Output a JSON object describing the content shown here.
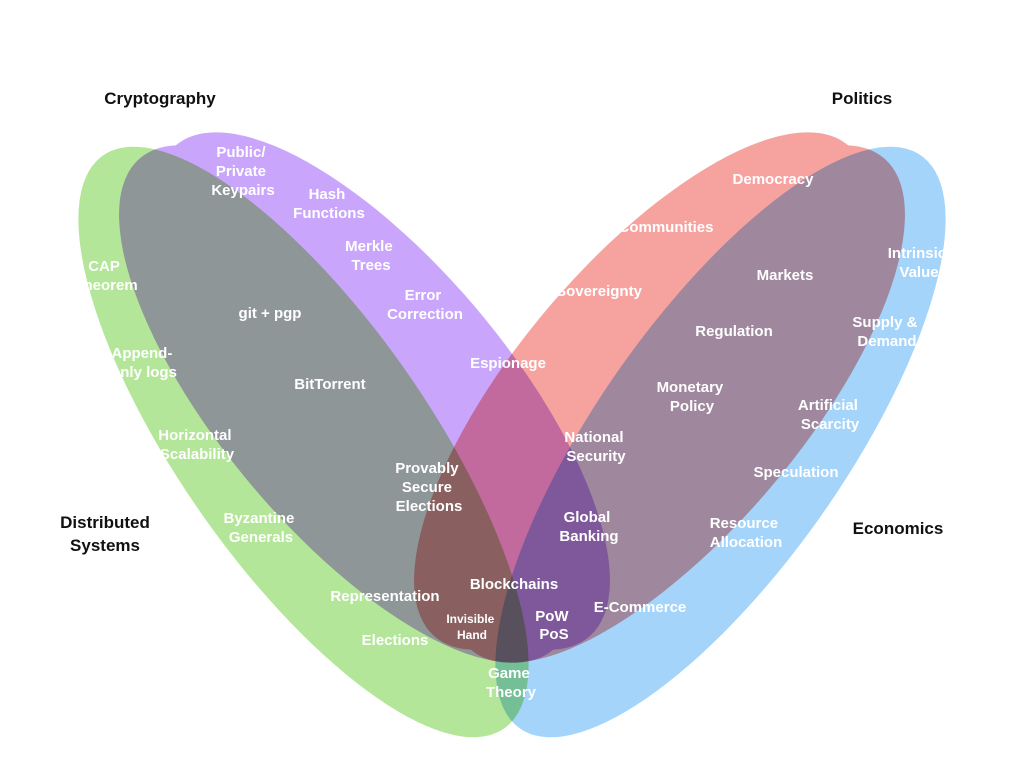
{
  "sets": {
    "cryptography": {
      "label": "Cryptography",
      "color": "#c9a6fb"
    },
    "politics": {
      "label": "Politics",
      "color": "#f6a3a0"
    },
    "distributed": {
      "label_line1": "Distributed",
      "label_line2": "Systems",
      "color": "#b4e699"
    },
    "economics": {
      "label": "Economics",
      "color": "#a5d4fb"
    }
  },
  "items": {
    "keypairs": [
      "Public/",
      "Private",
      "Keypairs"
    ],
    "hash": [
      "Hash",
      "Functions"
    ],
    "merkle": [
      "Merkle",
      "Trees"
    ],
    "error": [
      "Error",
      "Correction"
    ],
    "cap": [
      "CAP",
      "Theorem"
    ],
    "gitpgp": [
      "git + pgp"
    ],
    "append": [
      "Append-",
      "only logs"
    ],
    "bittorrent": [
      "BitTorrent"
    ],
    "horizontal": [
      "Horizontal",
      "Scalability"
    ],
    "byzantine": [
      "Byzantine",
      "Generals"
    ],
    "democracy": [
      "Democracy"
    ],
    "communities": [
      "Communities"
    ],
    "sovereignty": [
      "Sovereignty"
    ],
    "markets": [
      "Markets"
    ],
    "intrinsic": [
      "Intrinsic",
      "Value"
    ],
    "supply": [
      "Supply &",
      "Demand"
    ],
    "regulation": [
      "Regulation"
    ],
    "espionage": [
      "Espionage"
    ],
    "monetary": [
      "Monetary",
      "Policy"
    ],
    "artificial": [
      "Artificial",
      "Scarcity"
    ],
    "national": [
      "National",
      "Security"
    ],
    "provably": [
      "Provably",
      "Secure",
      "Elections"
    ],
    "speculation": [
      "Speculation"
    ],
    "global": [
      "Global",
      "Banking"
    ],
    "resource": [
      "Resource",
      "Allocation"
    ],
    "blockchains": [
      "Blockchains"
    ],
    "representation": [
      "Representation"
    ],
    "ecommerce": [
      "E-Commerce"
    ],
    "invisible": [
      "Invisible",
      "Hand"
    ],
    "powpos": [
      "PoW",
      "PoS"
    ],
    "elections": [
      "Elections"
    ],
    "gametheory": [
      "Game",
      "Theory"
    ]
  }
}
